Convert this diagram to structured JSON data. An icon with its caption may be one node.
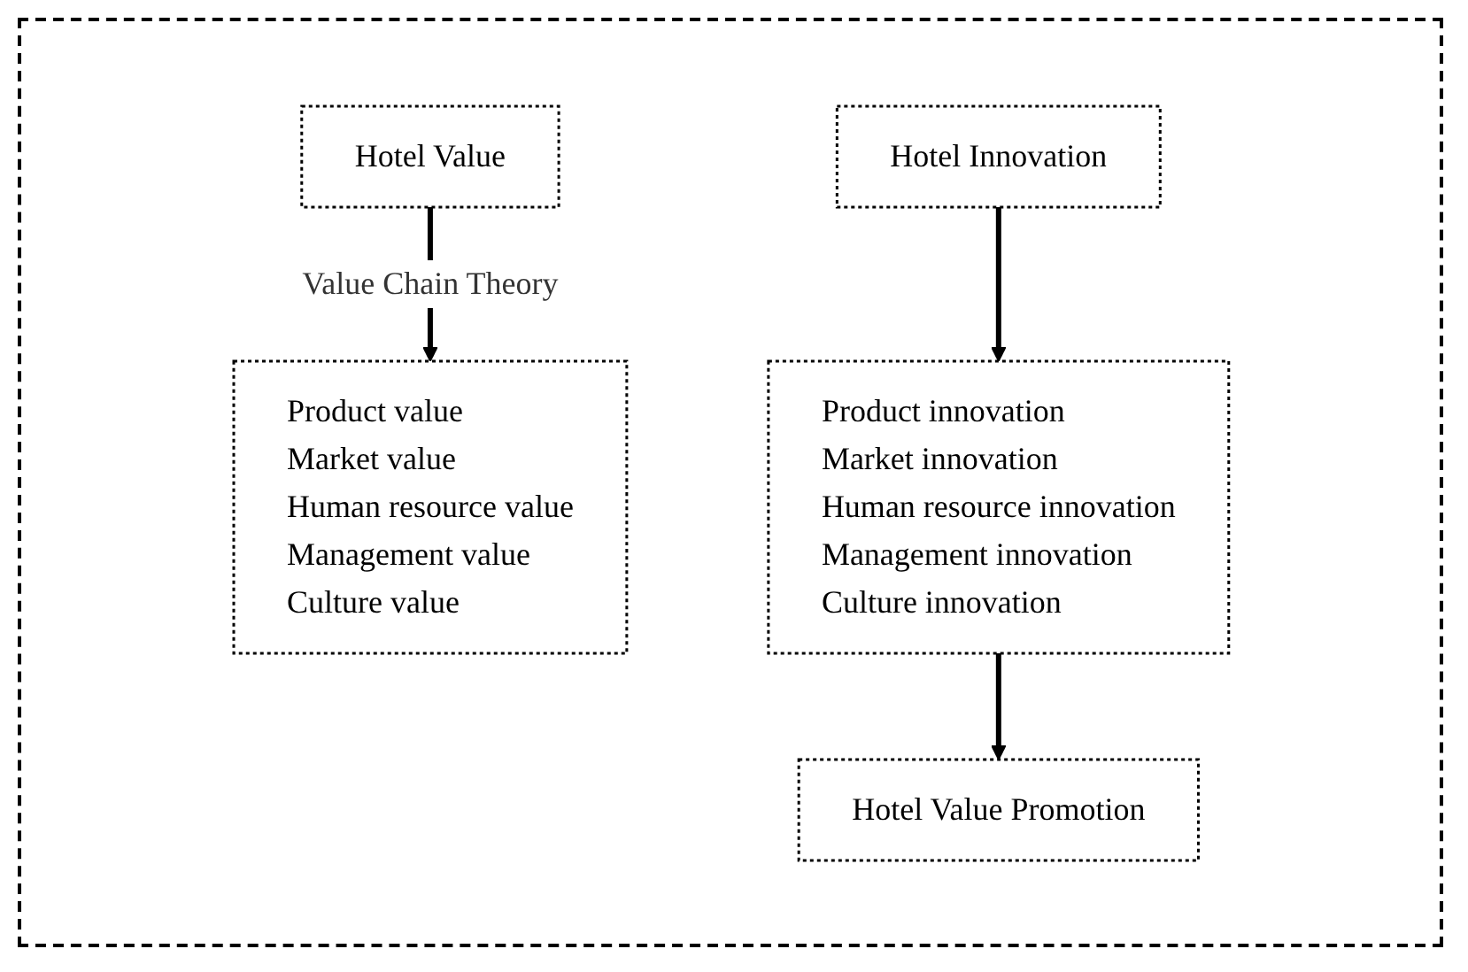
{
  "diagram": {
    "nodes": [
      {
        "text": [
          "Hotel Value"
        ]
      },
      {
        "text": [
          "Hotel Innovation"
        ]
      },
      {
        "text": [
          "Product value",
          "Market value",
          "Human resource value",
          "Management value",
          "Culture value"
        ]
      },
      {
        "text": [
          "Product innovation",
          "Market innovation",
          "Human resource innovation",
          "Management innovation",
          "Culture innovation"
        ]
      },
      {
        "text": [
          "Hotel Value Promotion"
        ]
      }
    ],
    "edges": [
      {
        "from": 0,
        "to": 2,
        "arrow": "to",
        "label": "Value Chain Theory"
      },
      {
        "from": 1,
        "to": 3,
        "arrow": "to"
      },
      {
        "from": 3,
        "to": 4,
        "arrow": "to"
      }
    ]
  }
}
